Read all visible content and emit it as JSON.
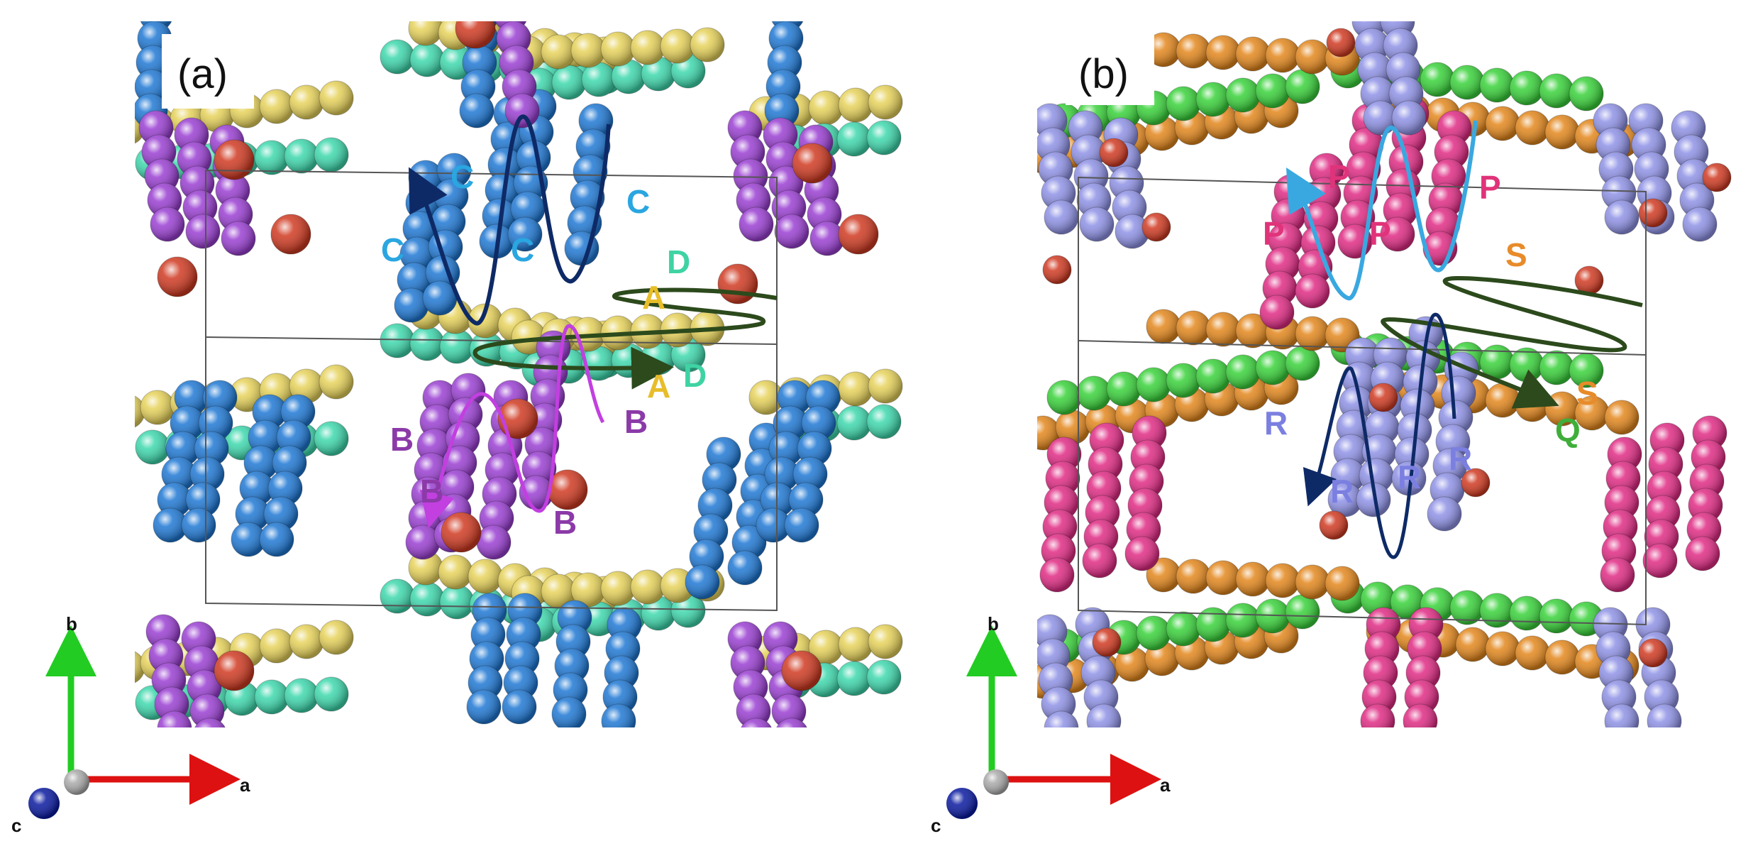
{
  "panels": [
    {
      "id": "a",
      "tag": "(a)",
      "labels": [
        {
          "text": "C",
          "color": "#2aa6e0"
        },
        {
          "text": "C",
          "color": "#2aa6e0"
        },
        {
          "text": "C",
          "color": "#2aa6e0"
        },
        {
          "text": "C",
          "color": "#2aa6e0"
        },
        {
          "text": "D",
          "color": "#3fd3a4"
        },
        {
          "text": "A",
          "color": "#e8bd2a"
        },
        {
          "text": "A",
          "color": "#e8bd2a"
        },
        {
          "text": "D",
          "color": "#3fd3a4"
        },
        {
          "text": "B",
          "color": "#8b3aa8"
        },
        {
          "text": "B",
          "color": "#8b3aa8"
        },
        {
          "text": "B",
          "color": "#8b3aa8"
        },
        {
          "text": "B",
          "color": "#8b3aa8"
        }
      ],
      "atom_colors": {
        "chain_A": "#e6d25a",
        "chain_D": "#3ed8ad",
        "chain_C": "#1f78d4",
        "chain_B": "#9a3fd2",
        "oxygen": "#d03a22"
      },
      "arrow_colors": [
        "#0e2a66",
        "#2c4a1c",
        "#c23fe0"
      ]
    },
    {
      "id": "b",
      "tag": "(b)",
      "labels": [
        {
          "text": "P",
          "color": "#e0337a"
        },
        {
          "text": "P",
          "color": "#e0337a"
        },
        {
          "text": "P",
          "color": "#e0337a"
        },
        {
          "text": "P",
          "color": "#e0337a"
        },
        {
          "text": "S",
          "color": "#e88b2a"
        },
        {
          "text": "S",
          "color": "#e88b2a"
        },
        {
          "text": "R",
          "color": "#7b7fe0"
        },
        {
          "text": "R",
          "color": "#7b7fe0"
        },
        {
          "text": "R",
          "color": "#7b7fe0"
        },
        {
          "text": "R",
          "color": "#7b7fe0"
        },
        {
          "text": "Q",
          "color": "#3fae3a"
        }
      ],
      "atom_colors": {
        "chain_Q": "#39d23a",
        "chain_S": "#e3871c",
        "chain_P": "#e02b84",
        "chain_R": "#8f92e6",
        "oxygen": "#d03a22"
      },
      "arrow_colors": [
        "#0e2a66",
        "#2c4a1c",
        "#3aa8e0"
      ]
    }
  ],
  "axes": {
    "b_label": "b",
    "a_label": "a",
    "c_label": "c",
    "b_color": "#22cc22",
    "a_color": "#dd1111",
    "c_color": "#0a1aa0"
  }
}
